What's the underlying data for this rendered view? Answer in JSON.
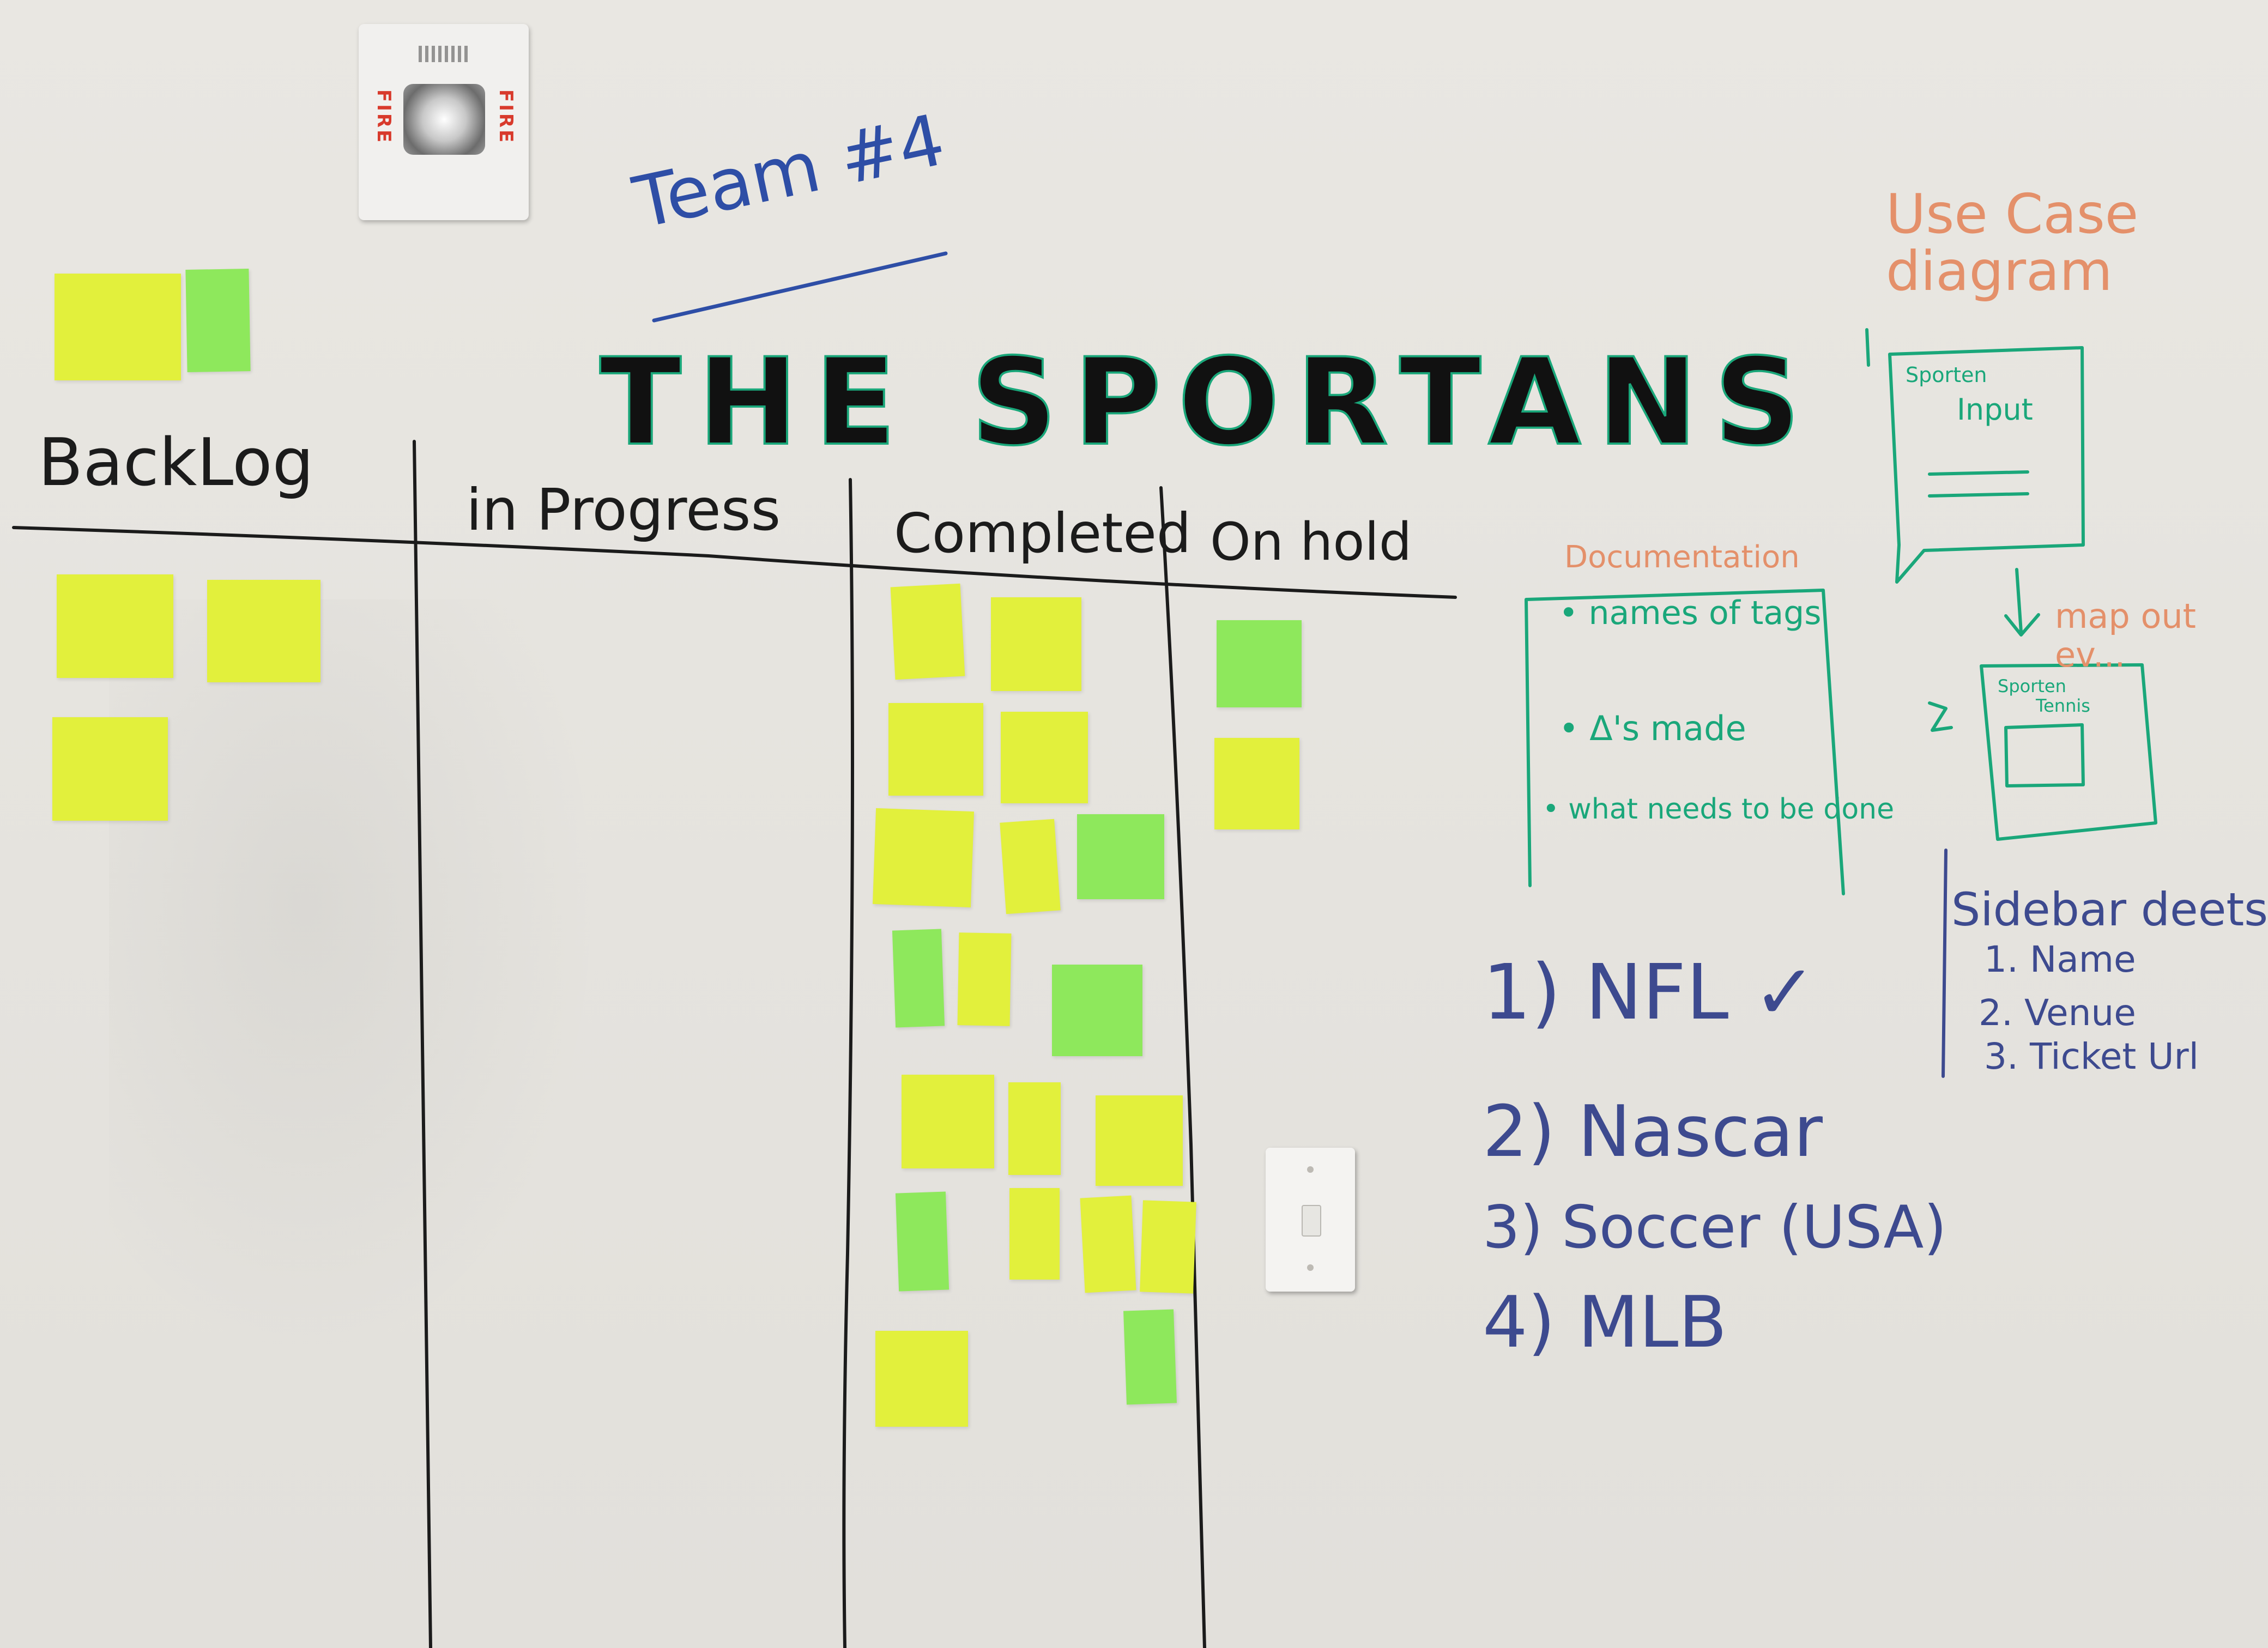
{
  "header": {
    "team": "Team #4",
    "project_title": "THE SPORTANS"
  },
  "columns": [
    {
      "label": "BackLog"
    },
    {
      "label": "in Progress"
    },
    {
      "label": "Completed"
    },
    {
      "label": "On hold"
    }
  ],
  "documentation": {
    "title": "Documentation",
    "items": [
      "names of tags",
      "Δ's made",
      "what needs to be done"
    ]
  },
  "sports": {
    "items": [
      "1) NFL ✓",
      "2) Nascar",
      "3) Soccer (USA)",
      "4) MLB"
    ]
  },
  "use_case": {
    "title": "Use Case diagram",
    "box1_labels": [
      "Sporten",
      "Input"
    ],
    "box2_labels": [
      "Sporten",
      "Tennis"
    ],
    "side_note": "map out ev..."
  },
  "sidebar_deets": {
    "title": "Sidebar deets",
    "items": [
      "1. Name",
      "2. Venue",
      "3. Ticket Url"
    ]
  },
  "fixtures": {
    "alarm_label": "FIRE"
  },
  "colors": {
    "black_marker": "#1b1b1b",
    "blue_marker": "#2e4ea6",
    "green_marker": "#1aa77a",
    "orange_marker": "#e4906a",
    "sticky_yellow": "#e2f03c",
    "sticky_green": "#8ee85c"
  }
}
